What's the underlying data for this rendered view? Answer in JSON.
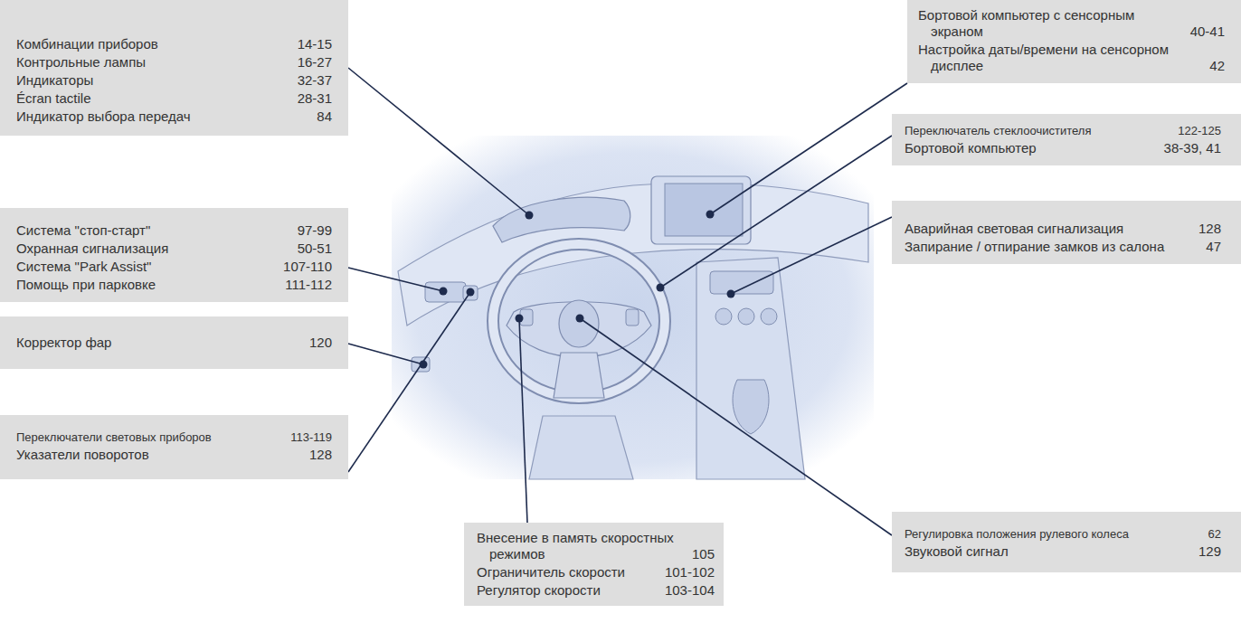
{
  "diagram": {
    "nodes": [
      {
        "text": [
          "Комбинации приборов",
          "14-15",
          "Контрольные лампы",
          "16-27",
          "Индикаторы",
          "32-37",
          "Écran tactile",
          "28-31",
          "Индикатор выбора передач",
          "84"
        ]
      },
      {
        "text": [
          "Бортовой компьютер с сенсорным экраном",
          "40-41",
          "Настройка даты/времени на сенсорном дисплее",
          "42"
        ]
      },
      {
        "text": [
          "Переключатель стеклоочистителя",
          "122-125",
          "Бортовой компьютер",
          "38-39, 41"
        ]
      },
      {
        "text": [
          "Система \"стоп-старт\"",
          "97-99",
          "Охранная сигнализация",
          "50-51",
          "Система \"Park Assist\"",
          "107-110",
          "Помощь при парковке",
          "111-112"
        ]
      },
      {
        "text": [
          "Аварийная световая сигнализация",
          "128",
          "Запирание / отпирание замков из салона",
          "47"
        ]
      },
      {
        "text": [
          "Корректор фар",
          "120"
        ]
      },
      {
        "text": [
          "Переключатели световых приборов",
          "113-119",
          "Указатели поворотов",
          "128"
        ]
      },
      {
        "text": [
          "Регулировка положения рулевого колеса",
          "62",
          "Звуковой сигнал",
          "129"
        ]
      },
      {
        "text": [
          "Внесение в память скоростных режимов",
          "105",
          "Ограничитель скорости",
          "101-102",
          "Регулятор скорости",
          "103-104"
        ]
      }
    ]
  }
}
